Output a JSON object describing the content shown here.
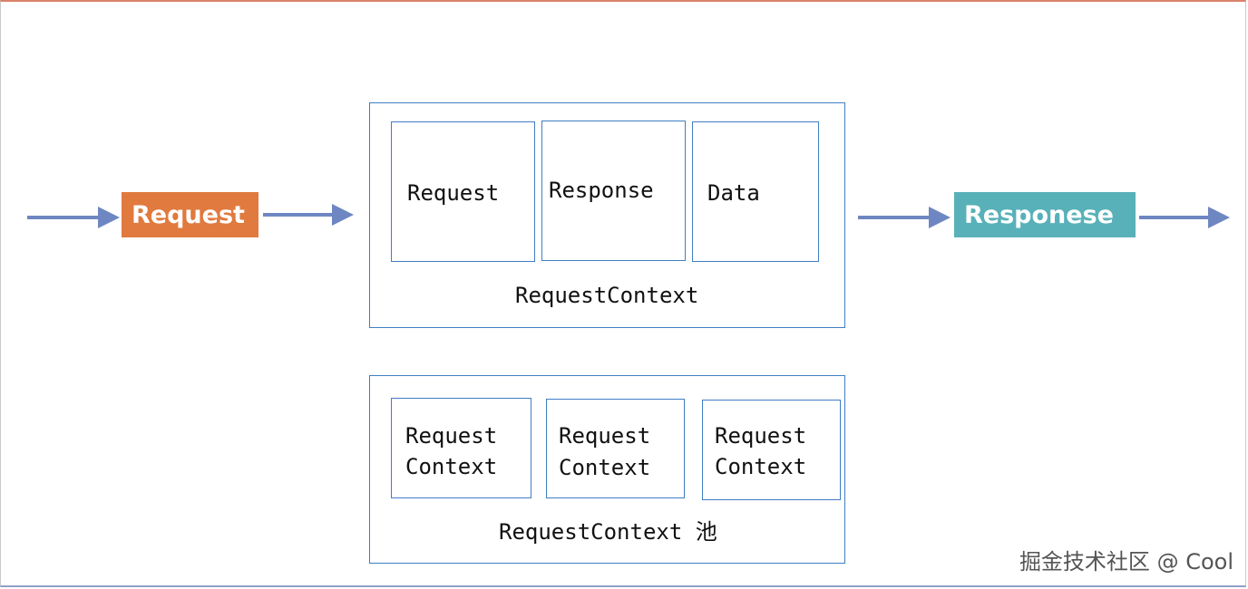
{
  "flow": {
    "request_label": "Request",
    "response_label": "Responese",
    "colors": {
      "request": "#e07a3e",
      "response": "#58b1b8",
      "arrow": "#6e87c2",
      "box_border": "#3f7ec4"
    }
  },
  "context_box": {
    "items": [
      "Request",
      "Response",
      "Data"
    ],
    "caption": "RequestContext"
  },
  "pool_box": {
    "items": [
      {
        "line1": "Request",
        "line2": "Context"
      },
      {
        "line1": "Request",
        "line2": "Context"
      },
      {
        "line1": "Request",
        "line2": "Context"
      }
    ],
    "caption": "RequestContext 池"
  },
  "watermark": "掘金技术社区 @ Cool"
}
